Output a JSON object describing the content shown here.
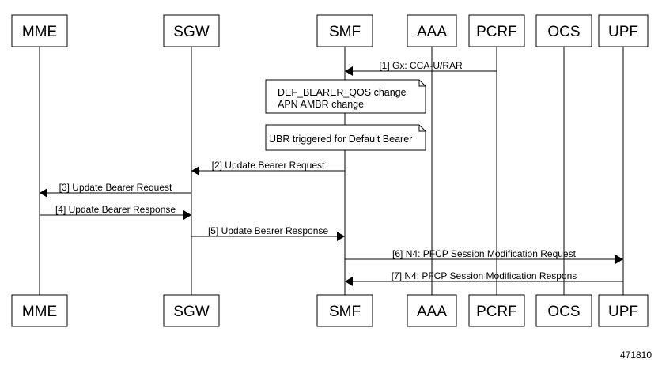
{
  "participants": [
    {
      "id": "mme",
      "label": "MME"
    },
    {
      "id": "sgw",
      "label": "SGW"
    },
    {
      "id": "smf",
      "label": "SMF"
    },
    {
      "id": "aaa",
      "label": "AAA"
    },
    {
      "id": "pcrf",
      "label": "PCRF"
    },
    {
      "id": "ocs",
      "label": "OCS"
    },
    {
      "id": "upf",
      "label": "UPF"
    }
  ],
  "messages": [
    {
      "from": "pcrf",
      "to": "smf",
      "label": "[1] Gx: CCA-U/RAR"
    },
    {
      "from": "smf",
      "to": "sgw",
      "label": "[2] Update Bearer Request"
    },
    {
      "from": "sgw",
      "to": "mme",
      "label": "[3] Update Bearer Request"
    },
    {
      "from": "mme",
      "to": "sgw",
      "label": "[4] Update Bearer Response"
    },
    {
      "from": "sgw",
      "to": "smf",
      "label": "[5] Update Bearer Response"
    },
    {
      "from": "smf",
      "to": "upf",
      "label": "[6] N4: PFCP Session Modification Request"
    },
    {
      "from": "upf",
      "to": "smf",
      "label": "[7] N4: PFCP Session Modification Respons"
    }
  ],
  "notes": [
    {
      "over": "smf",
      "lines": [
        "DEF_BEARER_QOS change",
        "APN AMBR change"
      ]
    },
    {
      "over": "smf",
      "lines": [
        "UBR triggered for Default Bearer"
      ]
    }
  ],
  "figure_id": "471810"
}
